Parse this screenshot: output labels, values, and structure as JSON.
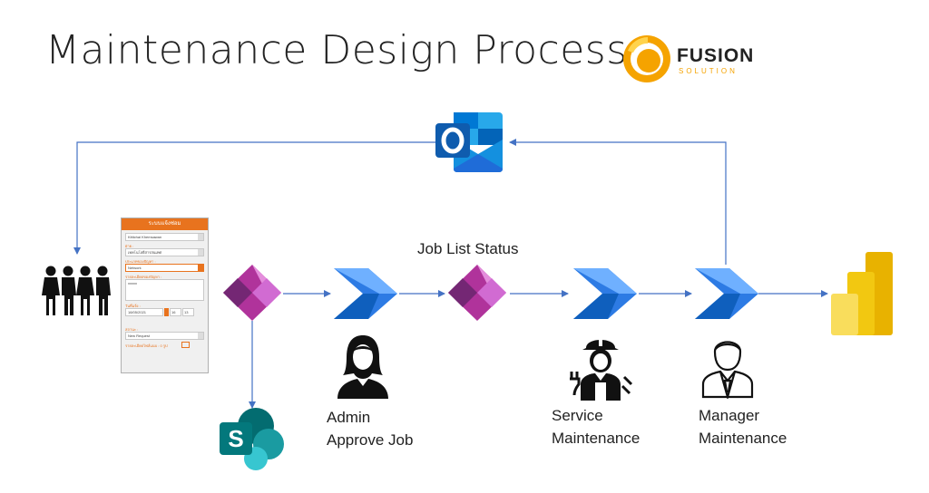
{
  "title": "Maintenance Design Process",
  "logo": {
    "name": "FUSION",
    "sub": "SOLUTION"
  },
  "flow_label": "Job List Status",
  "roles": {
    "admin": [
      "Admin",
      "Approve Job"
    ],
    "service": [
      "Service",
      "Maintenance"
    ],
    "manager": [
      "Manager",
      "Maintenance"
    ]
  },
  "phone": {
    "header": "ระบบแจ้งซ่อม",
    "fields": [
      {
        "label": "",
        "value": "Kittichai Khemsawan"
      },
      {
        "label": "ฝ่าย :",
        "value": "เทคโนโลยีสารสนเทศ"
      },
      {
        "label": "ประเภทของปัญหา :",
        "value": "Network"
      },
      {
        "label": "รายละเอียดของปัญหา :",
        "value": "xxxxx"
      },
      {
        "label": "วันที่แจ้ง :",
        "value": "18/05/2021"
      },
      {
        "label": "สถานะ :",
        "value": "New Request"
      }
    ],
    "time_h": "16",
    "time_m": "13",
    "attach_label": "รายละเอียดไฟล์แนบ : 0 รูป"
  },
  "icons": {
    "outlook": "outlook-icon",
    "power_apps": "power-apps-icon",
    "power_automate": "power-automate-icon",
    "sharepoint": "sharepoint-icon",
    "power_bi": "power-bi-icon",
    "users": "users-group-icon"
  },
  "colors": {
    "connector": "#4472c4",
    "power_apps": "#b0339b",
    "power_automate": "#1f6fd8",
    "sharepoint": "#036c70",
    "power_bi": "#f2c811",
    "outlook": "#0f6cbd",
    "logo_accent": "#f5a300",
    "phone_header": "#e8731e"
  }
}
